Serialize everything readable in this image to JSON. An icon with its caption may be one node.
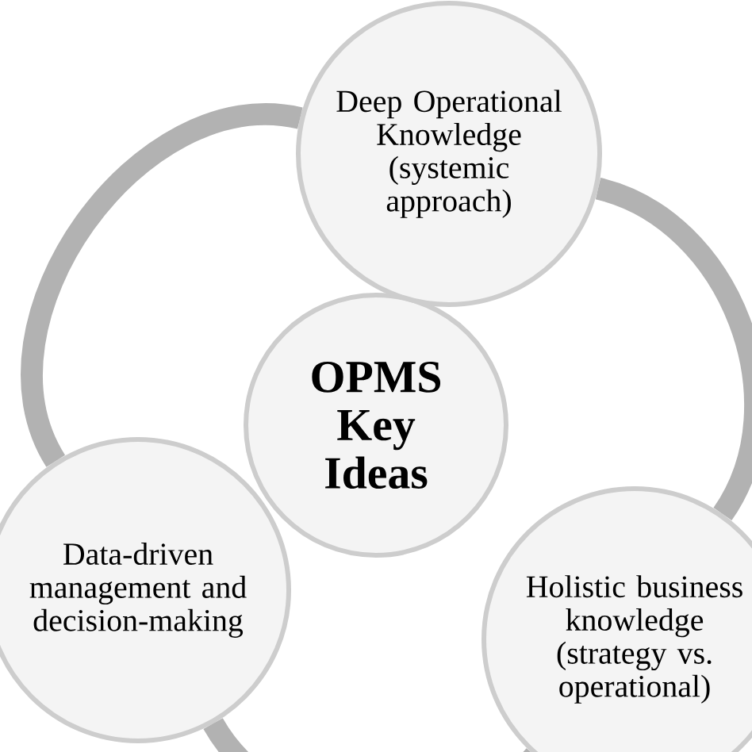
{
  "diagram": {
    "nodes": [
      {
        "text": [
          "OPMS Key Ideas"
        ]
      },
      {
        "text": [
          "Deep Operational Knowledge (systemic approach)"
        ]
      },
      {
        "text": [
          "Data-driven management and decision-making"
        ]
      },
      {
        "text": [
          "Holistic business knowledge (strategy vs. operational)"
        ]
      }
    ],
    "edges": [
      {
        "from": 1,
        "to": 2,
        "arrow": "none"
      },
      {
        "from": 2,
        "to": 3,
        "arrow": "none"
      },
      {
        "from": 3,
        "to": 1,
        "arrow": "none"
      }
    ]
  }
}
